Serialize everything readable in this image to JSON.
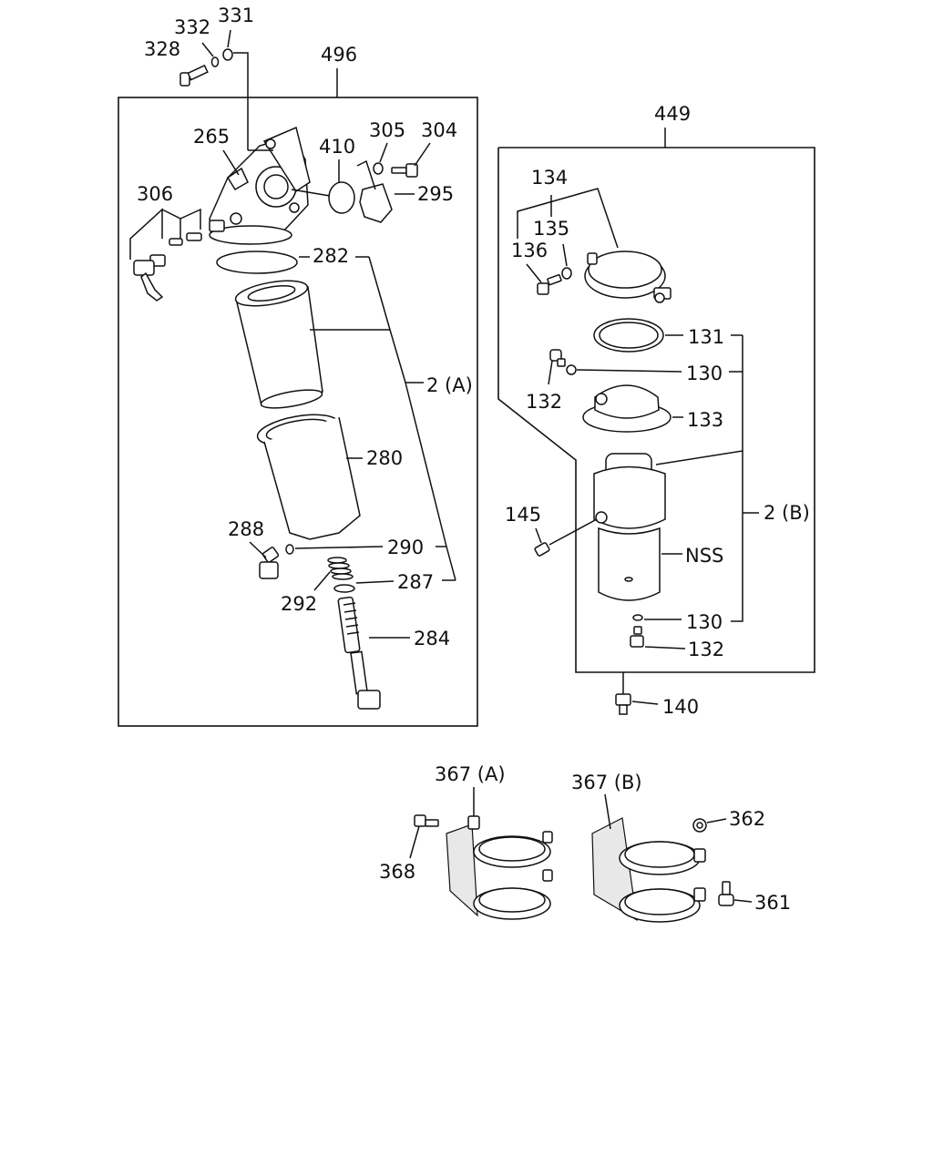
{
  "assemblies": {
    "left_box_label": "496",
    "right_box_label": "449",
    "left_filter_ref": "2 (A)",
    "right_filter_ref": "2 (B)",
    "bracket_a_ref": "367 (A)",
    "bracket_b_ref": "367 (B)"
  },
  "callouts": {
    "p331": "331",
    "p332": "332",
    "p328": "328",
    "p265": "265",
    "p410": "410",
    "p305": "305",
    "p304": "304",
    "p306": "306",
    "p295": "295",
    "p282": "282",
    "p280": "280",
    "p288": "288",
    "p290": "290",
    "p287": "287",
    "p292": "292",
    "p284": "284",
    "p134": "134",
    "p135": "135",
    "p136": "136",
    "p131": "131",
    "p130a": "130",
    "p132a": "132",
    "p133": "133",
    "p145": "145",
    "nss": "NSS",
    "p130b": "130",
    "p132b": "132",
    "p140": "140",
    "p368": "368",
    "p362": "362",
    "p361": "361"
  }
}
